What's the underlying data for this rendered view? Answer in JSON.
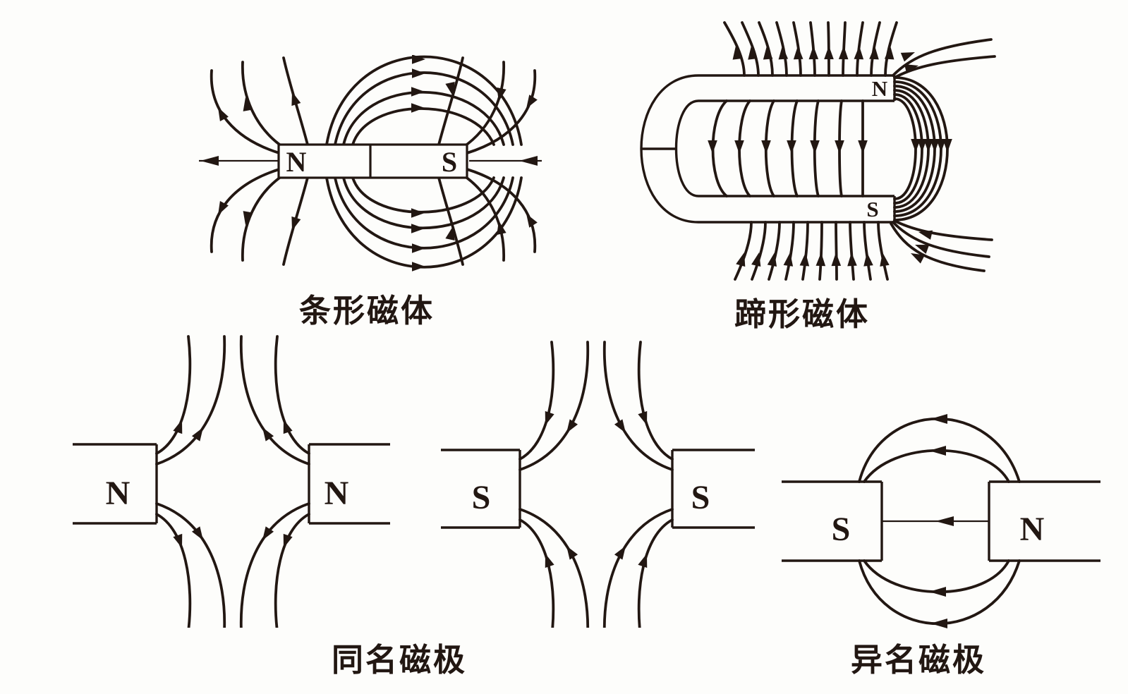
{
  "page": {
    "background": "#fdfdfb",
    "ink": "#221712",
    "description_language": "zh"
  },
  "figures": {
    "bar_magnet": {
      "caption": "条形磁体",
      "pole_left": "N",
      "pole_right": "S"
    },
    "horseshoe_magnet": {
      "caption": "蹄形磁体",
      "pole_top": "N",
      "pole_bottom": "S"
    },
    "like_poles": {
      "caption": "同名磁极",
      "pair_nn": {
        "left": "N",
        "right": "N"
      },
      "pair_ss": {
        "left": "S",
        "right": "S"
      }
    },
    "unlike_poles": {
      "caption": "异名磁极",
      "pole_left": "S",
      "pole_right": "N"
    }
  }
}
